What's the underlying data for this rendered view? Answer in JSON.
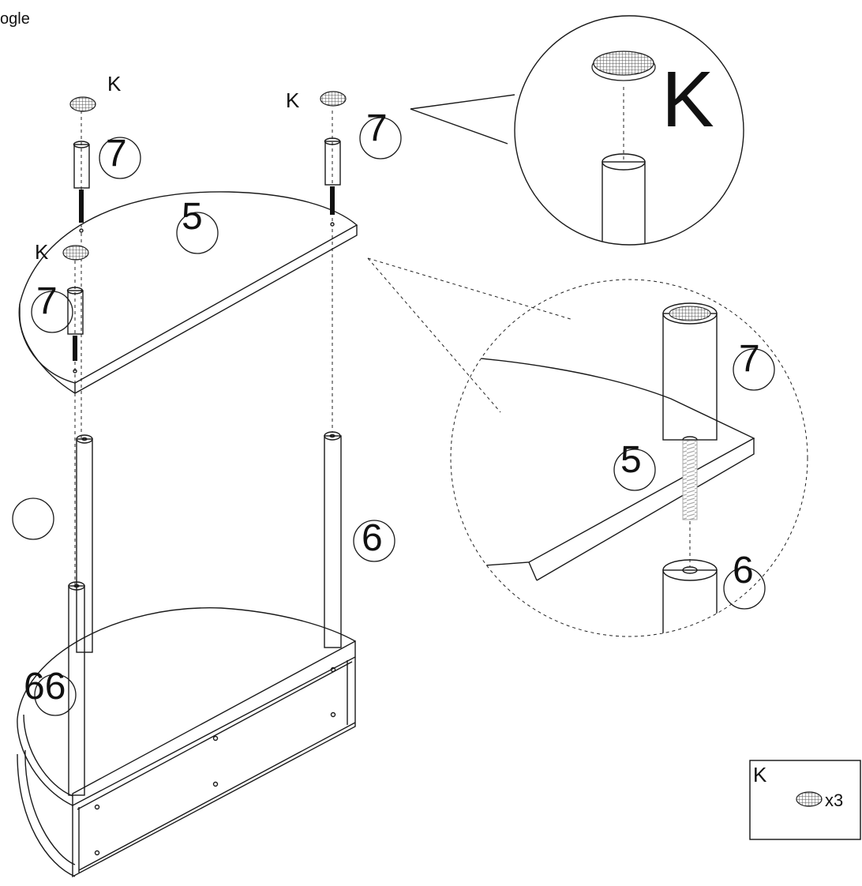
{
  "corner_text": "ogle",
  "hardware_letter": "K",
  "part_numbers": {
    "cap_post": "7",
    "shelf": "5",
    "long_post": "6",
    "base": "66"
  },
  "legend": {
    "letter": "K",
    "quantity": "x3"
  },
  "colors": {
    "line": "#1a1a1a",
    "background": "#ffffff",
    "hatch": "#555555"
  }
}
